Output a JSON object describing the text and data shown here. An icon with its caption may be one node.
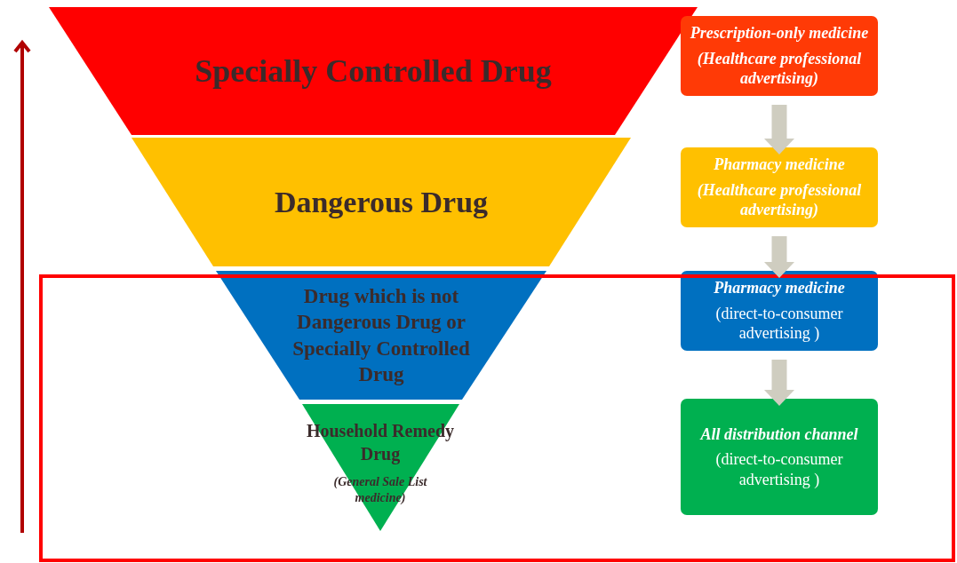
{
  "diagram": {
    "nodes": [
      {
        "text": [
          "Specially Controlled Drug"
        ]
      },
      {
        "text": [
          "Dangerous Drug"
        ]
      },
      {
        "text": [
          "Drug which is not Dangerous Drug or Specially Controlled Drug"
        ]
      },
      {
        "text": [
          "Household Remedy Drug",
          "(General Sale List medicine)"
        ]
      },
      {
        "text": [
          "Prescription-only medicine",
          "(Healthcare professional advertising)"
        ]
      },
      {
        "text": [
          "Pharmacy medicine",
          "(Healthcare professional advertising)"
        ]
      },
      {
        "text": [
          "Pharmacy medicine",
          "(direct-to-consumer advertising )"
        ]
      },
      {
        "text": [
          "All distribution channel",
          "(direct-to-consumer advertising )"
        ]
      }
    ],
    "edges": [
      {
        "from": 4,
        "to": 5,
        "arrow": "to"
      },
      {
        "from": 5,
        "to": 6,
        "arrow": "to"
      },
      {
        "from": 6,
        "to": 7,
        "arrow": "to"
      }
    ]
  }
}
